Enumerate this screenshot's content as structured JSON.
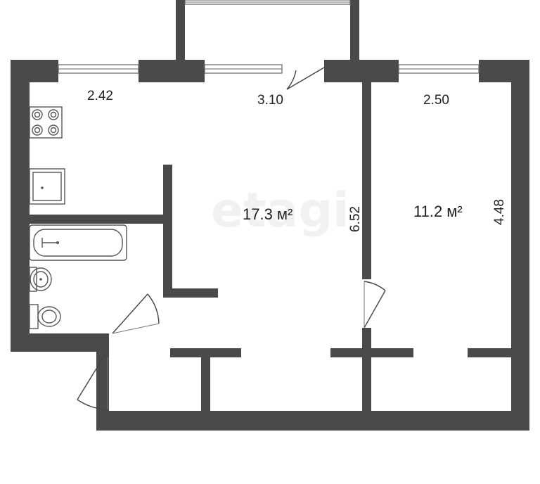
{
  "watermark": "etagi",
  "rooms": [
    {
      "id": "main-room",
      "area": "17.3 м²"
    },
    {
      "id": "bedroom",
      "area": "11.2 м²"
    }
  ],
  "dimensions": {
    "kitchen_width": "2.42",
    "main_width": "3.10",
    "bedroom_width": "2.50",
    "main_length": "6.52",
    "bedroom_length": "4.48"
  },
  "colors": {
    "wall": "#4a4a4a",
    "background": "#ffffff"
  }
}
